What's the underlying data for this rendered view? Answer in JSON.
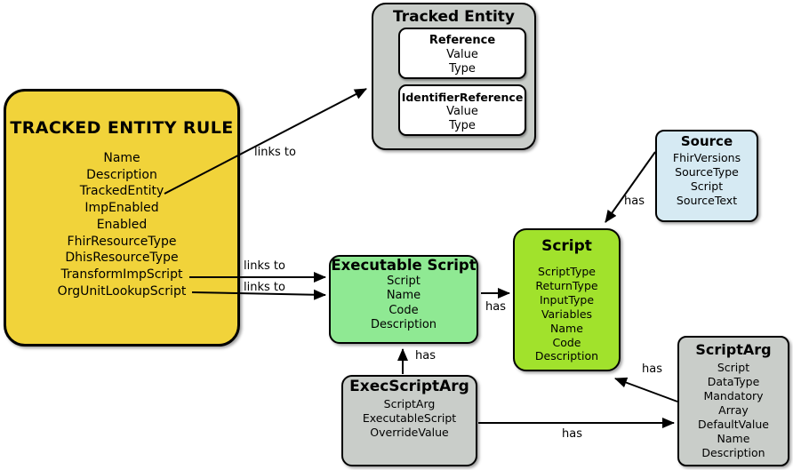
{
  "background": "#ffffff",
  "edge_color": "#000000",
  "entities": {
    "tracked_entity_rule": {
      "title": "TRACKED ENTITY RULE",
      "color": "#f1d33a",
      "fields": [
        "Name",
        "Description",
        "TrackedEntity",
        "ImpEnabled",
        "Enabled",
        "FhirResourceType",
        "DhisResourceType",
        "TransformImpScript",
        "OrgUnitLookupScript"
      ]
    },
    "tracked_entity": {
      "title": "Tracked Entity",
      "color": "#c9cdc9",
      "children": [
        {
          "title": "Reference",
          "color": "#ffffff",
          "fields": [
            "Value",
            "Type"
          ]
        },
        {
          "title": "IdentifierReference",
          "color": "#ffffff",
          "fields": [
            "Value",
            "Type"
          ]
        }
      ]
    },
    "source": {
      "title": "Source",
      "color": "#d6eaf3",
      "fields": [
        "FhirVersions",
        "SourceType",
        "Script",
        "SourceText"
      ]
    },
    "script": {
      "title": "Script",
      "color": "#a1e22c",
      "fields": [
        "ScriptType",
        "ReturnType",
        "InputType",
        "Variables",
        "Name",
        "Code",
        "Description"
      ]
    },
    "executable_script": {
      "title": "Executable Script",
      "color": "#8fe993",
      "fields": [
        "Script",
        "Name",
        "Code",
        "Description"
      ]
    },
    "exec_script_arg": {
      "title": "ExecScriptArg",
      "color": "#c9cdc9",
      "fields": [
        "ScriptArg",
        "ExecutableScript",
        "OverrideValue"
      ]
    },
    "script_arg": {
      "title": "ScriptArg",
      "color": "#c9cdc9",
      "fields": [
        "Script",
        "DataType",
        "Mandatory",
        "Array",
        "DefaultValue",
        "Name",
        "Description"
      ]
    }
  },
  "relationships": [
    {
      "from": "tracked_entity_rule.TrackedEntity",
      "to": "tracked_entity",
      "label": "links to"
    },
    {
      "from": "tracked_entity_rule.TransformImpScript",
      "to": "executable_script",
      "label": "links to"
    },
    {
      "from": "tracked_entity_rule.OrgUnitLookupScript",
      "to": "executable_script",
      "label": "links to"
    },
    {
      "from": "executable_script",
      "to": "script",
      "label": "has"
    },
    {
      "from": "source",
      "to": "script",
      "label": "has"
    },
    {
      "from": "exec_script_arg",
      "to": "executable_script",
      "label": "has"
    },
    {
      "from": "exec_script_arg",
      "to": "script_arg",
      "label": "has"
    },
    {
      "from": "script_arg",
      "to": "script",
      "label": "has"
    }
  ]
}
